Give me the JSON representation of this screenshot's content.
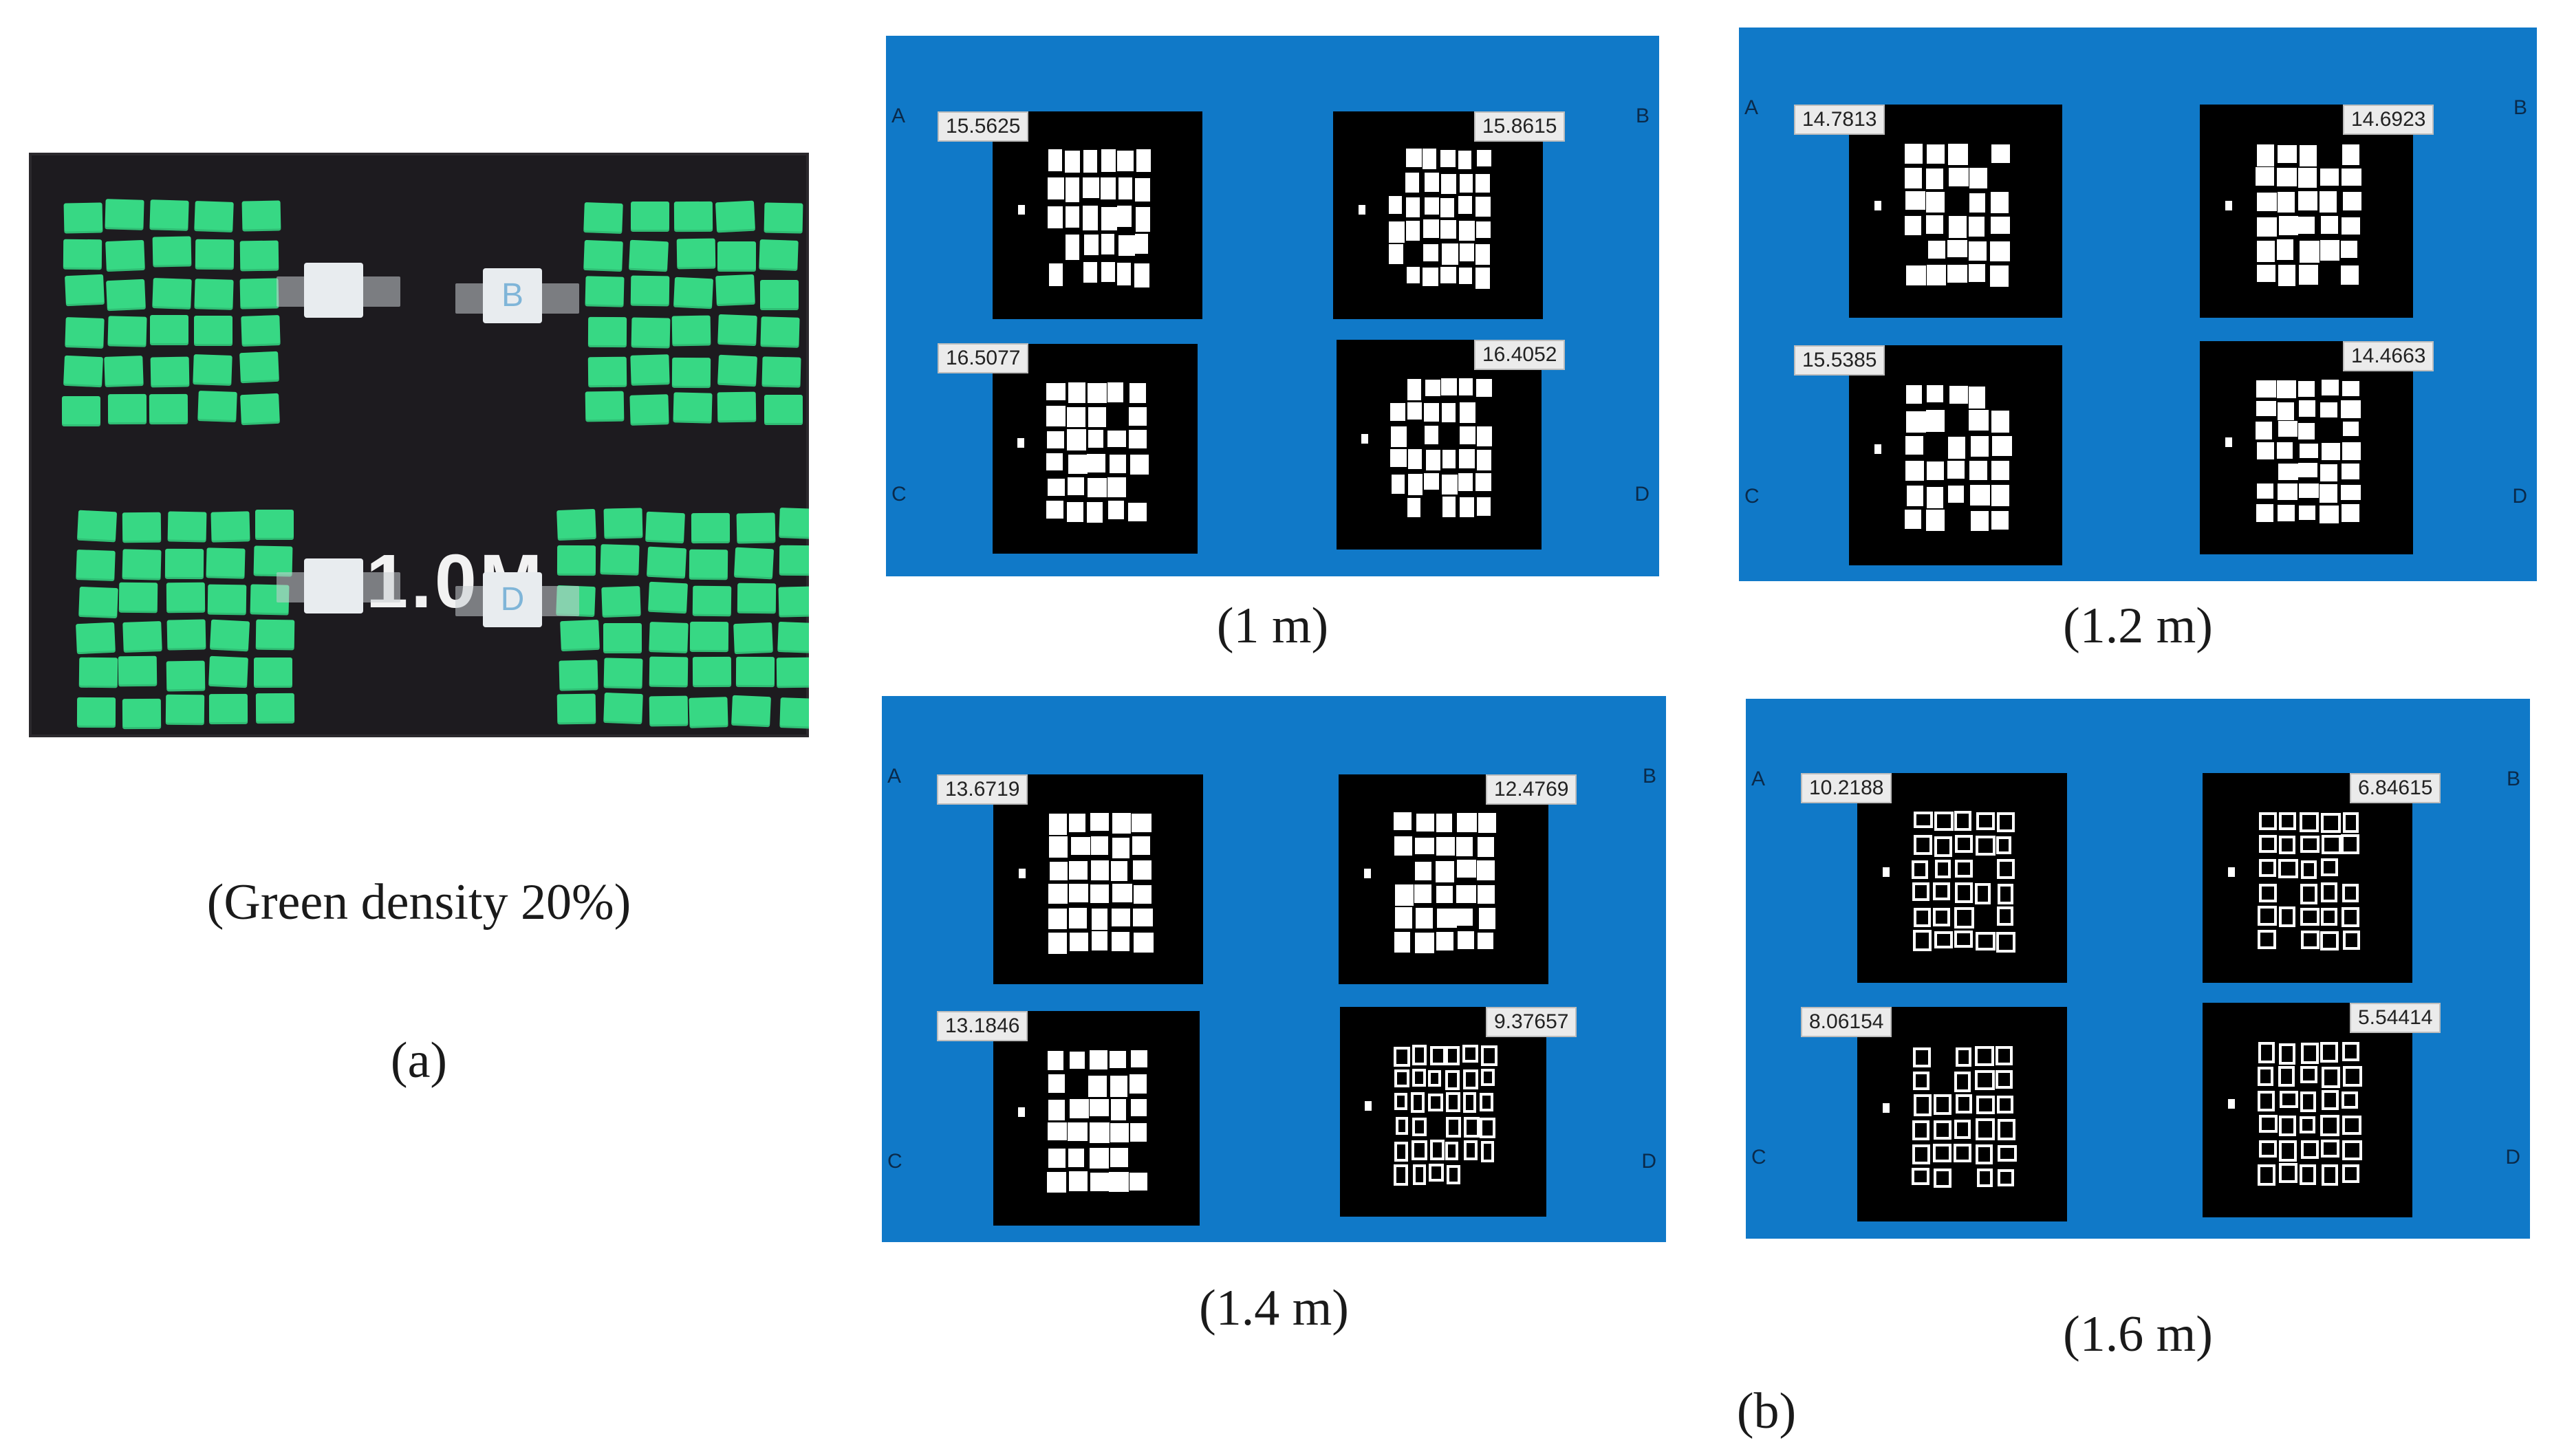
{
  "figure": {
    "part_a": {
      "scale_label": "1.0M",
      "marker_labels": [
        "B",
        "D"
      ],
      "caption": "(Green density 20%)",
      "label": "(a)"
    },
    "part_b": {
      "label": "(b)",
      "corner_labels": [
        "A",
        "B",
        "C",
        "D"
      ],
      "panels": [
        {
          "caption": "(1 m)",
          "values": {
            "A": "15.5625",
            "B": "15.8615",
            "C": "16.5077",
            "D": "16.4052"
          }
        },
        {
          "caption": "(1.2 m)",
          "values": {
            "A": "14.7813",
            "B": "14.6923",
            "C": "15.5385",
            "D": "14.4663"
          }
        },
        {
          "caption": "(1.4 m)",
          "values": {
            "A": "13.6719",
            "B": "12.4769",
            "C": "13.1846",
            "D": "9.37657"
          }
        },
        {
          "caption": "(1.6 m)",
          "values": {
            "A": "10.2188",
            "B": "6.84615",
            "C": "8.06154",
            "D": "5.54414"
          }
        }
      ]
    }
  },
  "colors": {
    "panel_blue": "#1079c8",
    "patch_green": "#37d884",
    "photo_background": "#1d1b1f"
  }
}
